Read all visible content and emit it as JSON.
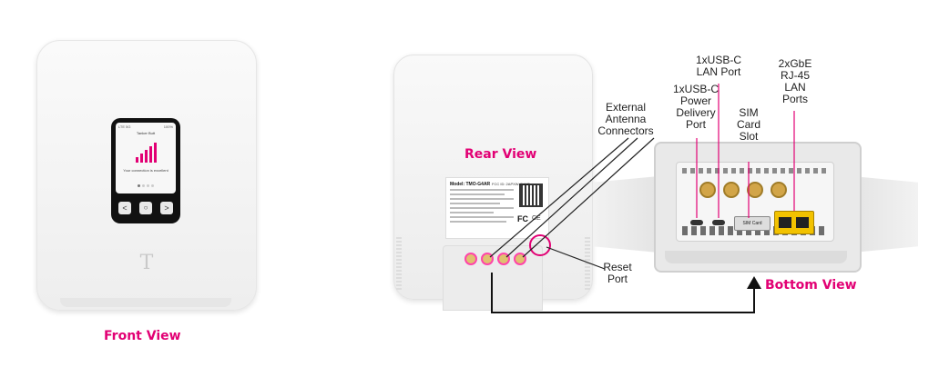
{
  "views": {
    "front": "Front View",
    "rear": "Rear View",
    "bottom": "Bottom View"
  },
  "screen": {
    "status_left": "LTE 5G",
    "status_right": "100%",
    "header": "Tanker Butt",
    "caption": "Your connection is excellent",
    "nav_left": "<",
    "nav_center": "○",
    "nav_right": ">"
  },
  "logo": "T",
  "label": {
    "model": "Model: TMO-G4AR",
    "fcc_id": "FCC ID: 2APXW-G4AR",
    "fc_mark": "FC",
    "ce_mark": "CE"
  },
  "port_labels": {
    "sim": "SIM Card"
  },
  "callouts": {
    "external_antenna": "External\nAntenna\nConnectors",
    "usb_power": "1xUSB-C\nPower\nDelivery\nPort",
    "usb_lan": "1xUSB-C\nLAN Port",
    "sim_slot": "SIM\nCard\nSlot",
    "gbe_ports": "2xGbE\nRJ-45\nLAN\nPorts",
    "reset_port": "Reset\nPort"
  },
  "colors": {
    "accent": "#e20074",
    "line": "#222222",
    "device": "#f4f4f4",
    "port_gold": "#c8a040",
    "port_yellow": "#f2c200"
  }
}
